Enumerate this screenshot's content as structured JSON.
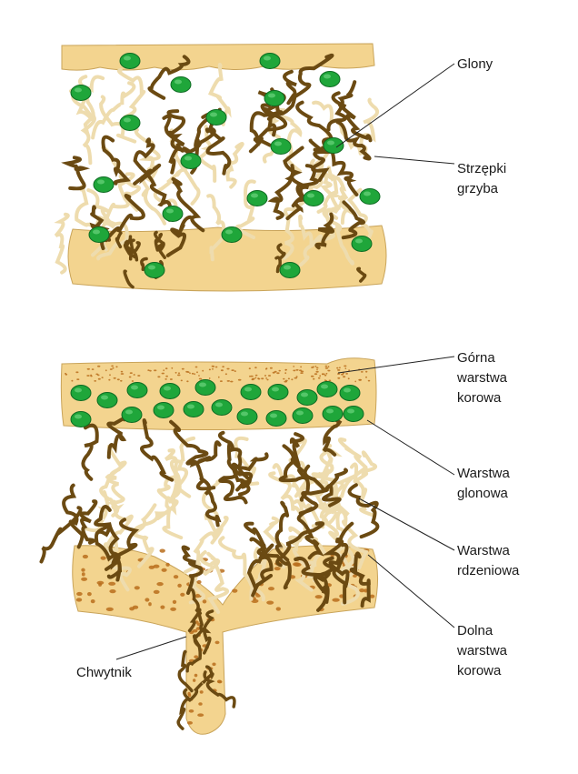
{
  "colors": {
    "cortex_fill": "#f3d48f",
    "cortex_edge": "#c9a45a",
    "hypha_dark": "#6b4a12",
    "hypha_light": "#eedcae",
    "alga_fill": "#1fa63a",
    "alga_edge": "#0d6b22",
    "grain": "#b86d1c",
    "leader": "#222222"
  },
  "top_diagram": {
    "labels": {
      "algae": "Glony",
      "hyphae_line1": "Strzępki",
      "hyphae_line2": "grzyba"
    }
  },
  "bottom_diagram": {
    "labels": {
      "upper_cortex": [
        "Górna",
        "warstwa",
        "korowa"
      ],
      "algal_layer": [
        "Warstwa",
        "glonowa"
      ],
      "medulla": [
        "Warstwa",
        "rdzeniowa"
      ],
      "lower_cortex": [
        "Dolna",
        "warstwa",
        "korowa"
      ],
      "rhizine": "Chwytnik"
    }
  }
}
